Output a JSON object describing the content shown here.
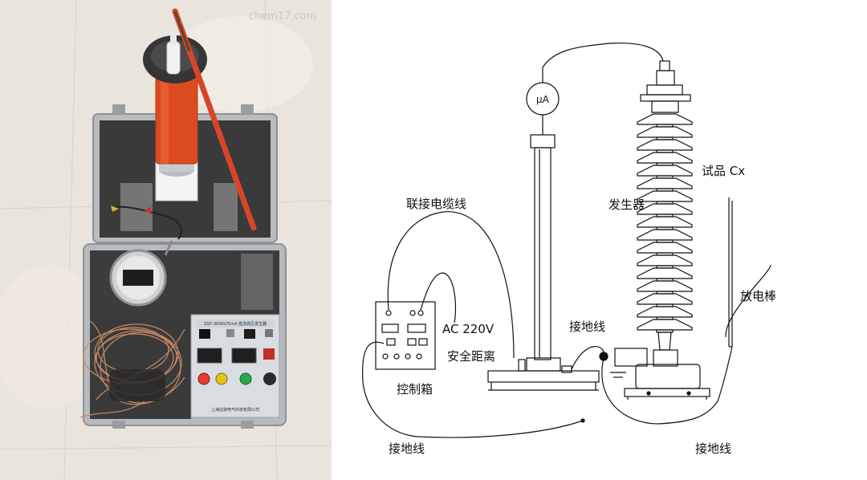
{
  "photo": {
    "watermark": "chem17.com",
    "panel_label": "ZGF-300KV/5mA 直流高压发生器",
    "brand_label": "上海征驰电气科技有限公司"
  },
  "diagram": {
    "labels": {
      "microammeter": "μA",
      "cable": "联接电缆线",
      "control_box": "控制箱",
      "ac_supply": "AC 220V",
      "safety_distance": "安全距离",
      "generator": "发生器",
      "ground_wire_center": "接地线",
      "ground_wire_left": "接地线",
      "ground_wire_right": "接地线",
      "test_object": "试品 Cx",
      "discharge_rod": "放电棒"
    }
  }
}
